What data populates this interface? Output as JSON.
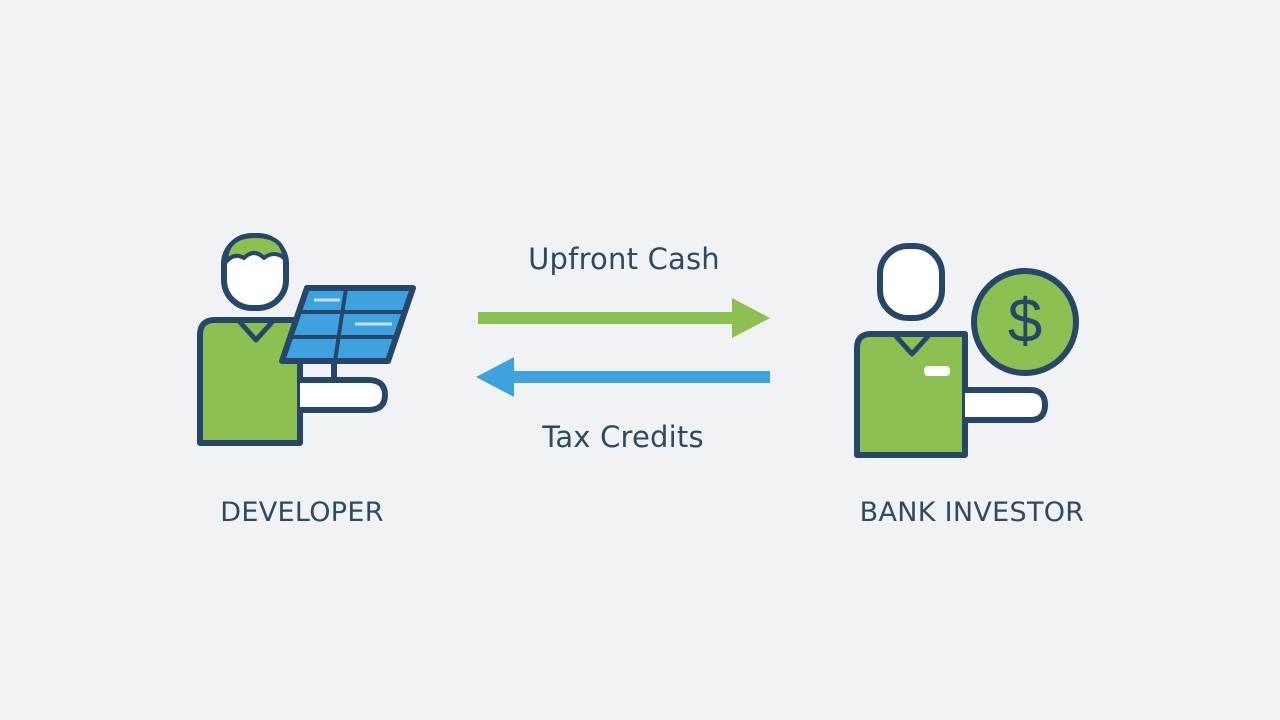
{
  "flows": {
    "top_label": "Upfront Cash",
    "bottom_label": "Tax Credits"
  },
  "parties": {
    "left": "DEVELOPER",
    "right": "BANK INVESTOR"
  },
  "icons": {
    "left_figure": "person-with-solar-panel-icon",
    "right_figure": "person-with-dollar-coin-icon",
    "top_arrow": "arrow-right-icon",
    "bottom_arrow": "arrow-left-icon"
  },
  "colors": {
    "green": "#8cc152",
    "blue": "#3fa2e0",
    "outline": "#26476a",
    "text": "#2c4a63",
    "background": "#f1f2f3"
  }
}
